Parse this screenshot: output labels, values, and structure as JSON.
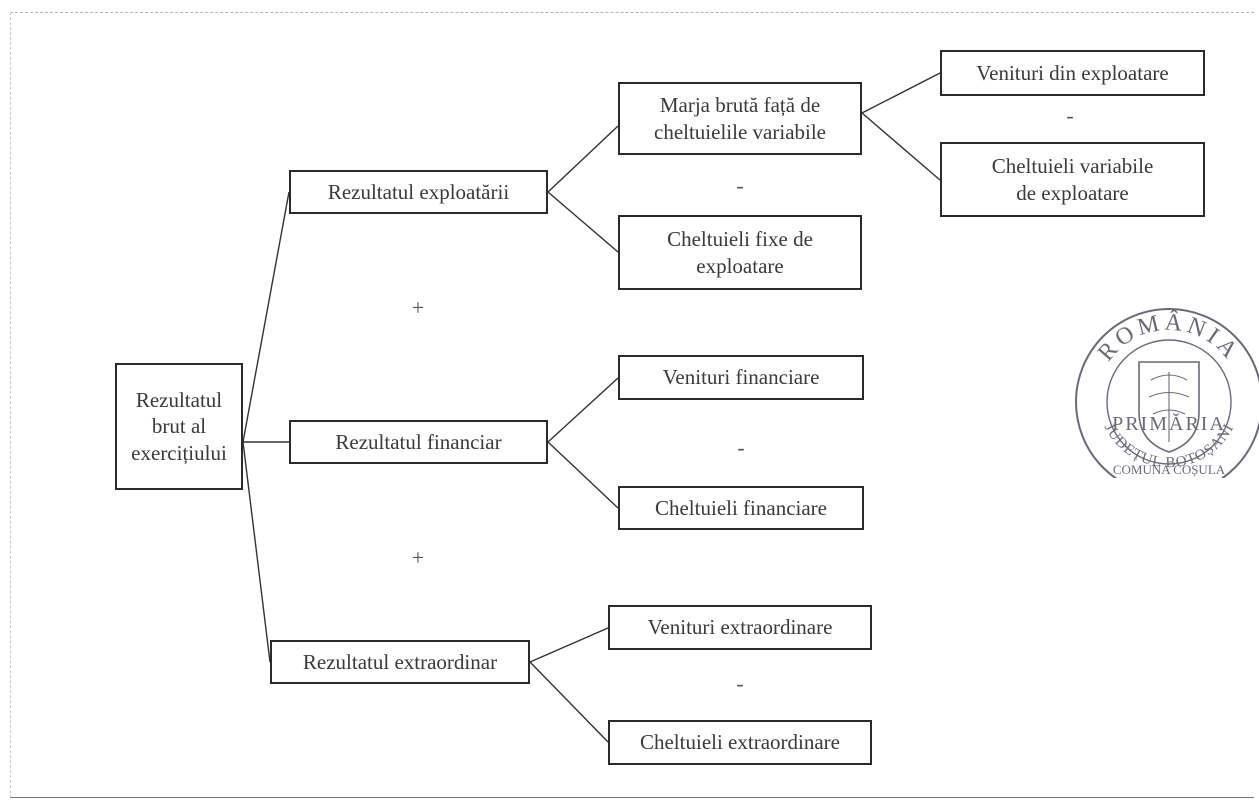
{
  "root": {
    "label": "Rezultatul\nbrut al\nexercițiului"
  },
  "components": {
    "exploatare": {
      "label": "Rezultatul exploatării"
    },
    "financiar": {
      "label": "Rezultatul financiar"
    },
    "extraordinar": {
      "label": "Rezultatul extraordinar"
    }
  },
  "exploatare_parts": {
    "marja": {
      "label": "Marja brută față de\ncheltuielile variabile"
    },
    "fixe": {
      "label": "Cheltuieli fixe de\nexploatare"
    }
  },
  "marja_parts": {
    "venituri": {
      "label": "Venituri din exploatare"
    },
    "variabile": {
      "label": "Cheltuieli variabile\nde exploatare"
    }
  },
  "financiar_parts": {
    "venituri": {
      "label": "Venituri financiare"
    },
    "cheltuieli": {
      "label": "Cheltuieli financiare"
    }
  },
  "extraordinar_parts": {
    "venituri": {
      "label": "Venituri extraordinare"
    },
    "cheltuieli": {
      "label": "Cheltuieli extraordinare"
    }
  },
  "operators": {
    "plus_1": "+",
    "plus_2": "+",
    "minus_marja": "-",
    "minus_exploatare": "-",
    "minus_financiar": "-",
    "minus_extraordinar": "-"
  },
  "stamp": {
    "country": "ROMÂNIA",
    "commune": "COMUNA COȘULA",
    "county": "JUDEȚUL BOTOȘANI",
    "office": "PRIMĂRIA"
  },
  "colors": {
    "box_border": "#2b2b2b",
    "text": "#3a3a3a",
    "stamp": "#6b6b78"
  }
}
